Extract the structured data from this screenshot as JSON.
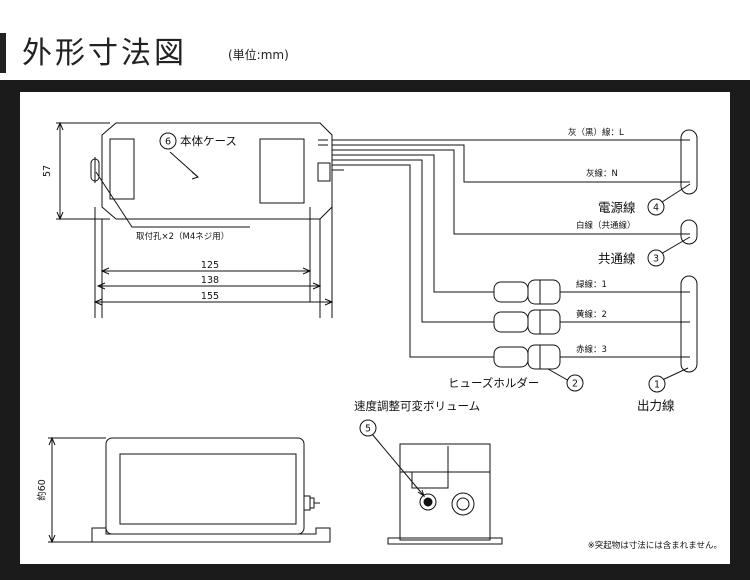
{
  "header": {
    "title": "外形寸法図",
    "unit": "(単位:mm)"
  },
  "diagram": {
    "body_label": "本体ケース",
    "mount_holes_label": "取付孔×2（M4ネジ用）",
    "height_dim": "57",
    "dims": {
      "d125": "125",
      "d138": "138",
      "d155": "155"
    },
    "wires": {
      "gray_black": "灰（黒）線：L",
      "gray": "灰線：N",
      "white": "白線（共通線）",
      "green": "緑線：1",
      "yellow": "黄線：2",
      "red": "赤線：3"
    },
    "callouts": {
      "n1": "1",
      "n2": "2",
      "n3": "3",
      "n4": "4",
      "n5": "5",
      "n6": "6"
    },
    "labels": {
      "power_line": "電源線",
      "common_line": "共通線",
      "fuse_holder": "ヒューズホルダー",
      "output_line": "出力線",
      "speed_volume": "速度調整可変ボリューム",
      "side_height": "約60",
      "note": "※突起物は寸法には含まれません。"
    }
  }
}
